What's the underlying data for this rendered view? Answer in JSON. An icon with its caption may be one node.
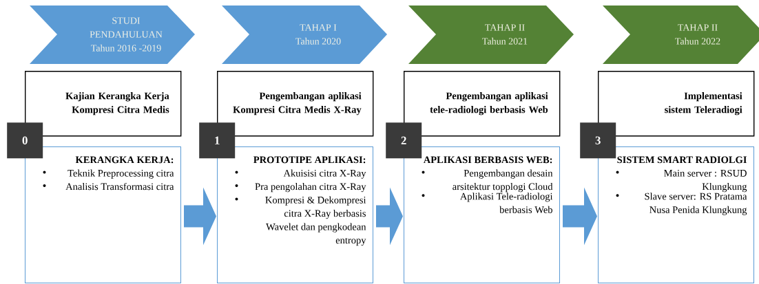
{
  "diagram": {
    "nodes": [
      {
        "text": [
          "STUDI PENDAHULUAN",
          "Tahun 2016 -2019"
        ]
      },
      {
        "text": [
          "Kajian Kerangka Kerja Kompresi Citra Medis"
        ]
      },
      {
        "text": [
          "0"
        ]
      },
      {
        "text": [
          "KERANGKA KERJA:",
          "Teknik Preprocessing citra",
          "Analisis Transformasi citra"
        ]
      },
      {
        "text": [
          "TAHAP I",
          "Tahun 2020"
        ]
      },
      {
        "text": [
          "Pengembangan aplikasi Kompresi Citra Medis X-Ray"
        ]
      },
      {
        "text": [
          "1"
        ]
      },
      {
        "text": [
          "PROTOTIPE APLIKASI:",
          "Akuisisi citra X-Ray",
          "Pra pengolahan citra X-Ray",
          "Kompresi & Dekompresi citra X-Ray berbasis Wavelet dan pengkodean entropy"
        ]
      },
      {
        "text": [
          "TAHAP II",
          "Tahun 2021"
        ]
      },
      {
        "text": [
          "Pengembangan aplikasi tele-radiologi berbasis Web"
        ]
      },
      {
        "text": [
          "2"
        ]
      },
      {
        "text": [
          "APLIKASI BERBASIS WEB:",
          "Pengembangan desain arsitektur topplogi Cloud",
          "Aplikasi Tele-radiologi berbasis Web"
        ]
      },
      {
        "text": [
          "TAHAP II",
          "Tahun 2022"
        ]
      },
      {
        "text": [
          "Implementasi sistem Teleradiogi"
        ]
      },
      {
        "text": [
          "3"
        ]
      },
      {
        "text": [
          "SISTEM SMART RADIOLGI",
          "Main server : RSUD Klungkung",
          "Slave server: RS Pratama Nusa Penida Klungkung"
        ]
      }
    ],
    "edges": [
      {
        "from": 3,
        "to": 7,
        "arrow": "to"
      },
      {
        "from": 7,
        "to": 11,
        "arrow": "to"
      },
      {
        "from": 11,
        "to": 15,
        "arrow": "to"
      }
    ]
  }
}
